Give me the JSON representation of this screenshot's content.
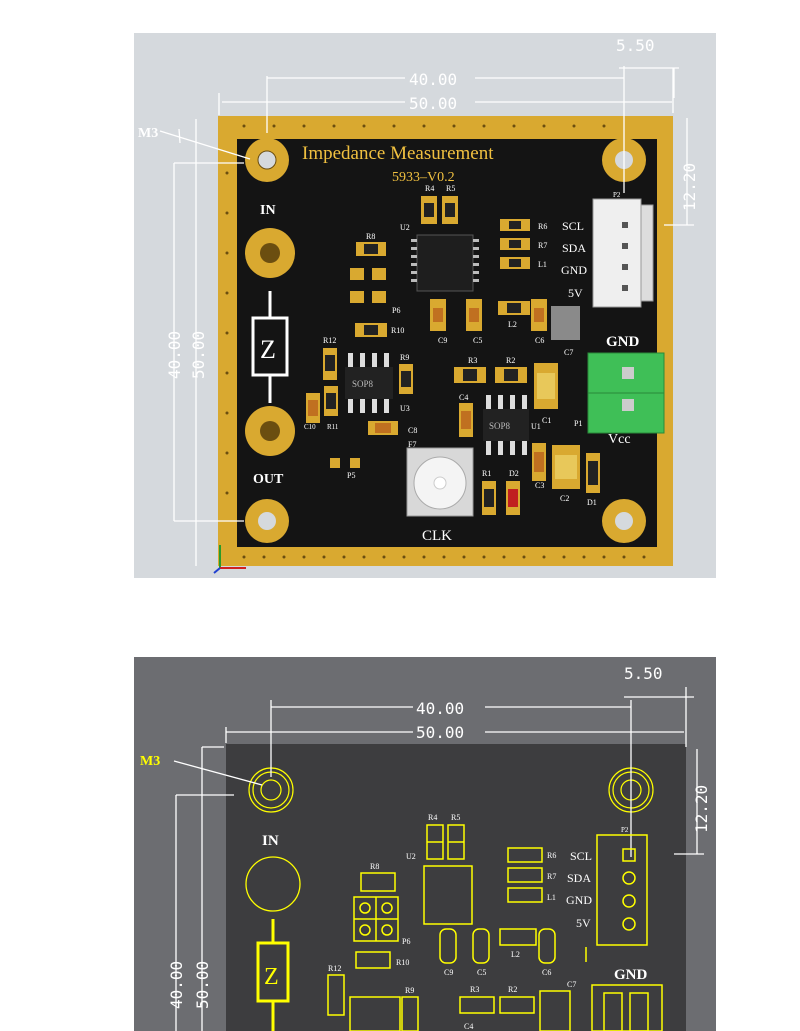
{
  "board": {
    "title": "Impedance Measurement",
    "version": "5933–V0.2",
    "mount_label": "M3",
    "in_label": "IN",
    "out_label": "OUT",
    "clk_label": "CLK",
    "gnd_label": "GND",
    "vcc_label": "Vcc",
    "z_label": "Z",
    "pins": [
      "SCL",
      "SDA",
      "GND",
      "5V"
    ],
    "chip_label": "SOP8",
    "dims": {
      "width_holes": "40.00",
      "width_total": "50.00",
      "conn_offset": "5.50",
      "conn_height": "12.20",
      "height_holes": "40.00",
      "height_total": "50.00"
    },
    "refs": {
      "r4": "R4",
      "r5": "R5",
      "u2": "U2",
      "r6": "R6",
      "r7": "R7",
      "l1": "L1",
      "r8": "R8",
      "p6": "P6",
      "r10": "R10",
      "r12": "R12",
      "r9": "R9",
      "u3": "U3",
      "c9": "C9",
      "c5": "C5",
      "l2": "L2",
      "c6": "C6",
      "c7": "C7",
      "r3": "R3",
      "r2": "R2",
      "c4": "C4",
      "c1": "C1",
      "u1": "U1",
      "p1": "P1",
      "c10": "C10",
      "r11": "R11",
      "c8": "C8",
      "f7": "F7",
      "p5": "P5",
      "r1": "R1",
      "d2": "D2",
      "c3": "C3",
      "c2": "C2",
      "d1": "D1",
      "p2": "P2"
    }
  },
  "colors": {
    "pcb_black": "#141414",
    "pcb_gold": "#d9a930",
    "panel_gray": "#d5d9dd",
    "dimension_line": "#ffffff",
    "silk_outline": "#ffff00",
    "bottom_bg": "#6c6d71",
    "terminal_green": "#3fbf57",
    "title_gold": "#f0c040"
  }
}
